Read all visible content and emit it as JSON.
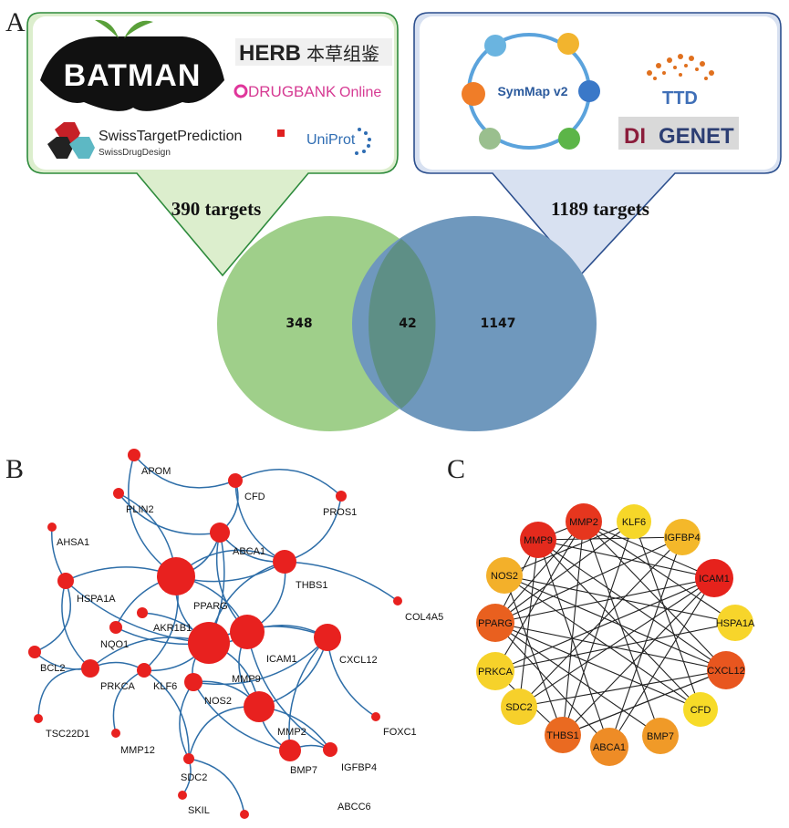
{
  "panels": {
    "a": "A",
    "b": "B",
    "c": "C"
  },
  "left_box": {
    "targets_label": "390 targets",
    "logos": {
      "batman": "BATMAN",
      "herb": "HERB",
      "herb_cn": "本草组鉴",
      "drugbank": "DRUGBANK",
      "drugbank_suffix": "Online",
      "swiss": "SwissTargetPrediction",
      "swiss_sub": "SwissDrugDesign",
      "uniprot": "UniProt"
    }
  },
  "right_box": {
    "targets_label": "1189 targets",
    "logos": {
      "symmap": "SymMap v2",
      "ttd": "TTD",
      "disgenet_a": "DI",
      "disgenet_b": "GENET"
    }
  },
  "venn": {
    "left_only": "348",
    "overlap": "42",
    "right_only": "1147",
    "colors": {
      "left": "#9fcf8a",
      "right": "#6f98bd",
      "overlap": "#5e8f86"
    }
  },
  "network_b": {
    "node_color": "#e8211f",
    "edge_color": "#2e6ea8",
    "labels": {
      "apom": "APOM",
      "plin2": "PLIN2",
      "cfd": "CFD",
      "pros1": "PROS1",
      "ahsa1": "AHSA1",
      "abca1": "ABCA1",
      "hspa1a": "HSPA1A",
      "thbs1": "THBS1",
      "pparg": "PPARG",
      "col4a5": "COL4A5",
      "akr1b1": "AKR1B1",
      "nqo1": "NQO1",
      "icam1": "ICAM1",
      "cxcl12": "CXCL12",
      "bcl2": "BCL2",
      "prkca": "PRKCA",
      "klf6": "KLF6",
      "mmp9": "MMP9",
      "nos2": "NOS2",
      "tsc22d1": "TSC22D1",
      "foxc1": "FOXC1",
      "mmp12": "MMP12",
      "mmp2": "MMP2",
      "bmp7": "BMP7",
      "igfbp4": "IGFBP4",
      "sdc2": "SDC2",
      "skil": "SKIL",
      "abcc6": "ABCC6"
    }
  },
  "network_c": {
    "nodes": [
      {
        "label": "MMP2",
        "color": "#e6361e"
      },
      {
        "label": "KLF6",
        "color": "#f6d729"
      },
      {
        "label": "IGFBP4",
        "color": "#f4b82a"
      },
      {
        "label": "ICAM1",
        "color": "#e6221c"
      },
      {
        "label": "HSPA1A",
        "color": "#f7d52b"
      },
      {
        "label": "CXCL12",
        "color": "#e8561f"
      },
      {
        "label": "CFD",
        "color": "#f7db28"
      },
      {
        "label": "BMP7",
        "color": "#f09a28"
      },
      {
        "label": "ABCA1",
        "color": "#ee8c26"
      },
      {
        "label": "THBS1",
        "color": "#ea6a21"
      },
      {
        "label": "SDC2",
        "color": "#f6d02b"
      },
      {
        "label": "PRKCA",
        "color": "#f6d22a"
      },
      {
        "label": "PPARG",
        "color": "#e9601f"
      },
      {
        "label": "NOS2",
        "color": "#f3b02a"
      },
      {
        "label": "MMP9",
        "color": "#e42a1d"
      }
    ]
  }
}
